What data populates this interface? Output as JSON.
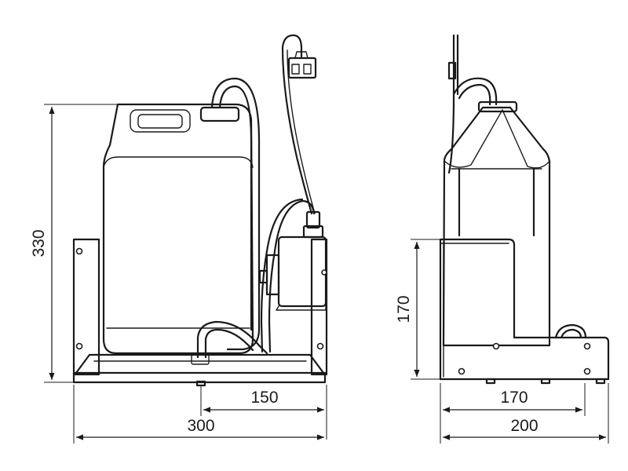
{
  "dimensions": {
    "front_height": "330",
    "front_half_width": "150",
    "front_width": "300",
    "side_height": "170",
    "side_depth_inner": "170",
    "side_depth": "200"
  },
  "colors": {
    "line": "#1a1a1a",
    "background": "#ffffff"
  }
}
